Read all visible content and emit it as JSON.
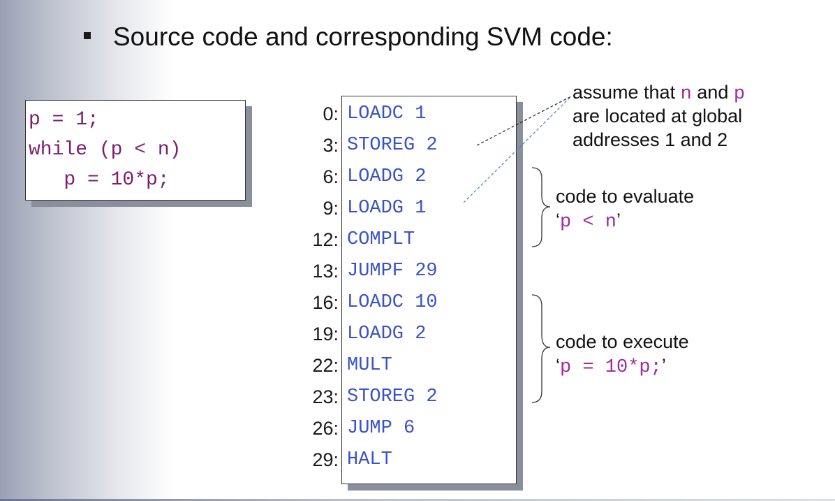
{
  "heading": {
    "text": "Source code and corresponding SVM code:"
  },
  "source_code": {
    "lines": [
      "p = 1;",
      "while (p < n)",
      "   p = 10*p;"
    ]
  },
  "svm_code": {
    "rows": [
      {
        "addr": "0:",
        "instr": "LOADC 1"
      },
      {
        "addr": "3:",
        "instr": "STOREG 2"
      },
      {
        "addr": "6:",
        "instr": "LOADG 2"
      },
      {
        "addr": "9:",
        "instr": "LOADG 1"
      },
      {
        "addr": "12:",
        "instr": "COMPLT"
      },
      {
        "addr": "13:",
        "instr": "JUMPF 29"
      },
      {
        "addr": "16:",
        "instr": "LOADC 10"
      },
      {
        "addr": "19:",
        "instr": "LOADG 2"
      },
      {
        "addr": "22:",
        "instr": "MULT"
      },
      {
        "addr": "23:",
        "instr": "STOREG 2"
      },
      {
        "addr": "26:",
        "instr": "JUMP 6"
      },
      {
        "addr": "29:",
        "instr": "HALT"
      }
    ]
  },
  "annotations": {
    "assume": {
      "prefix": "assume that ",
      "var_n": "n",
      "and": " and ",
      "var_p": "p",
      "line2": "are located at global",
      "line3": "addresses 1 and 2"
    },
    "evaluate": {
      "line1": "code to evaluate",
      "open_quote": "‘",
      "code": "p < n",
      "close_quote": "’"
    },
    "execute": {
      "line1": "code to execute",
      "open_quote": "‘",
      "code": "p = 10*p;",
      "close_quote": "’"
    }
  }
}
